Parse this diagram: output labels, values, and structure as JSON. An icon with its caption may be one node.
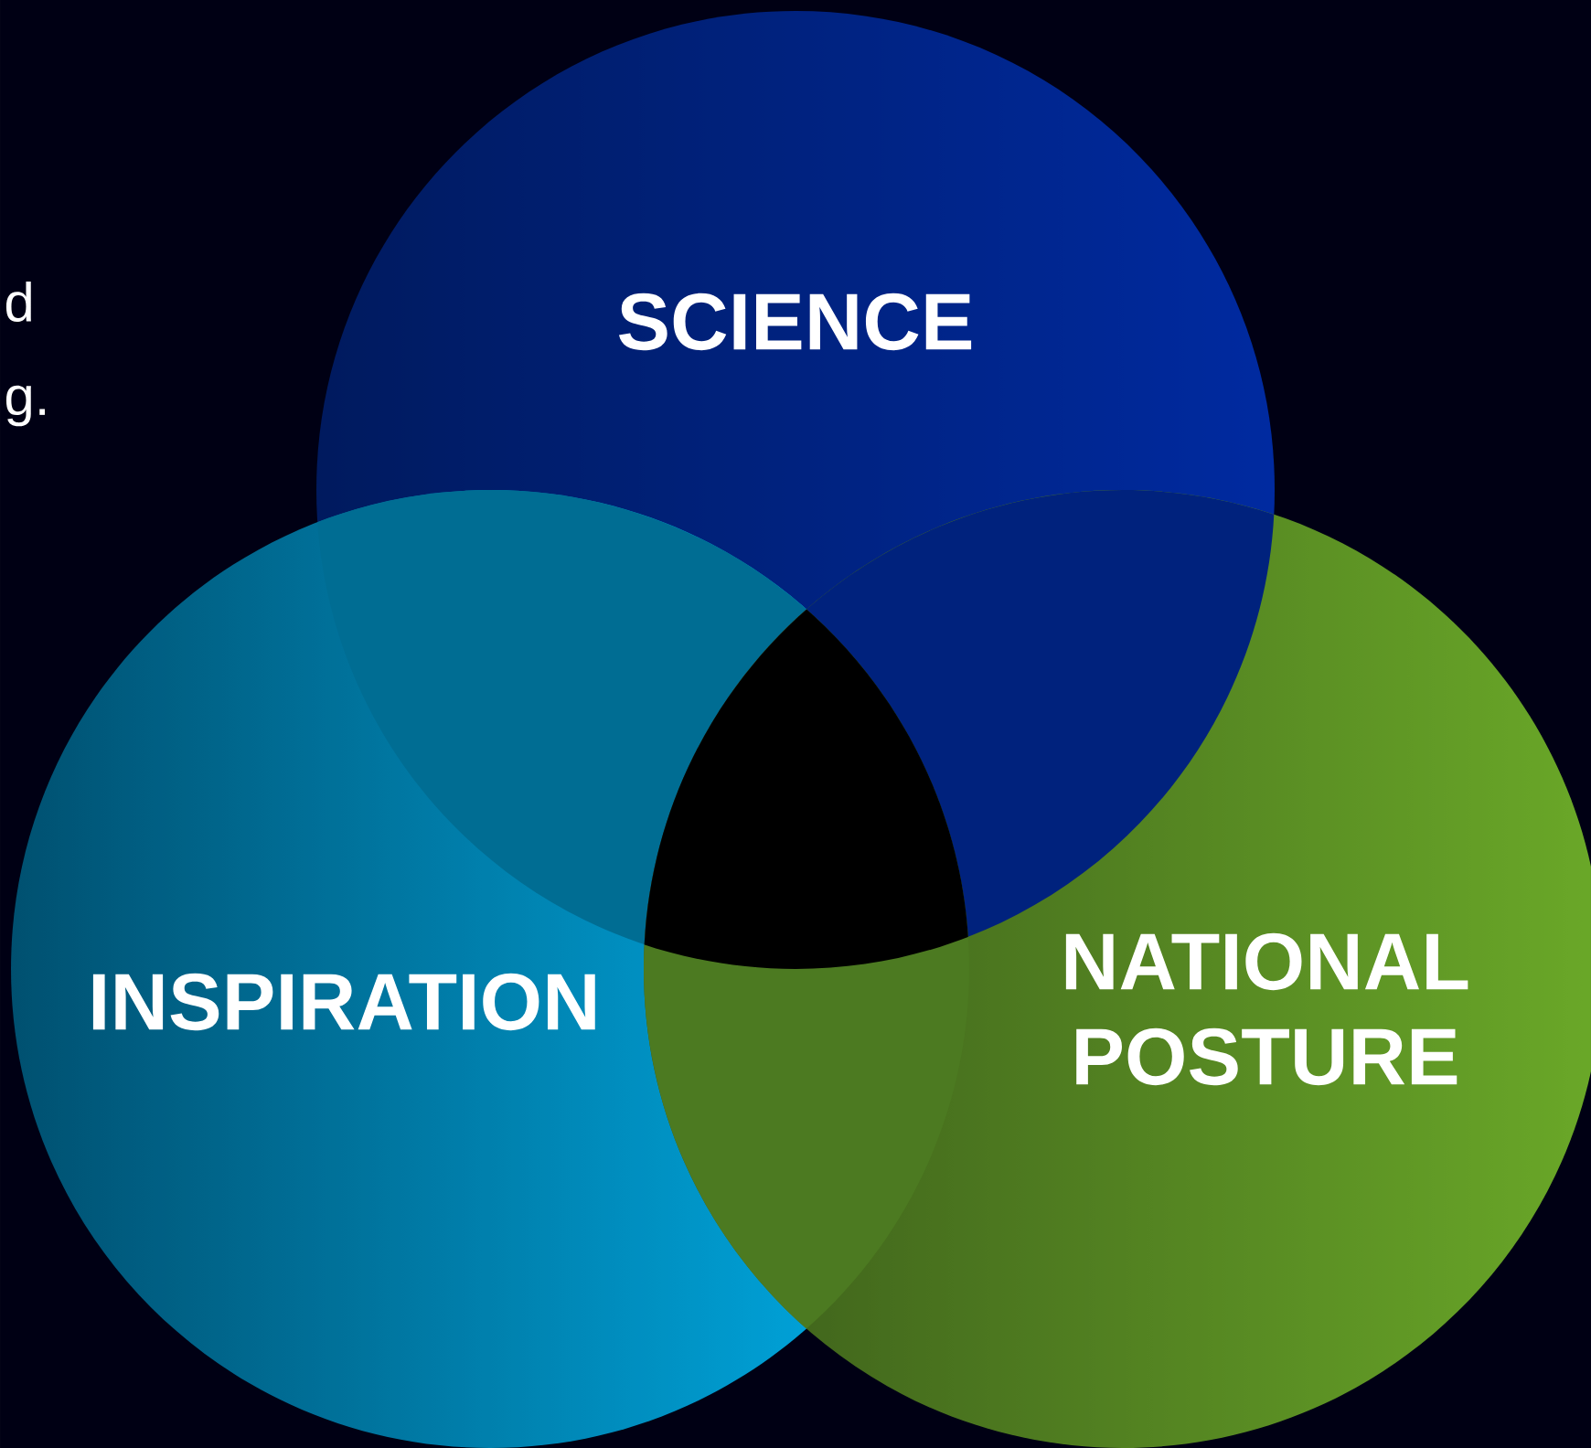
{
  "diagram": {
    "nodes": [
      {
        "text": [
          "SCIENCE"
        ]
      },
      {
        "text": [
          "INSPIRATION"
        ]
      },
      {
        "text": [
          "NATIONAL POSTURE"
        ]
      }
    ],
    "labels": [
      "d",
      "g."
    ]
  }
}
